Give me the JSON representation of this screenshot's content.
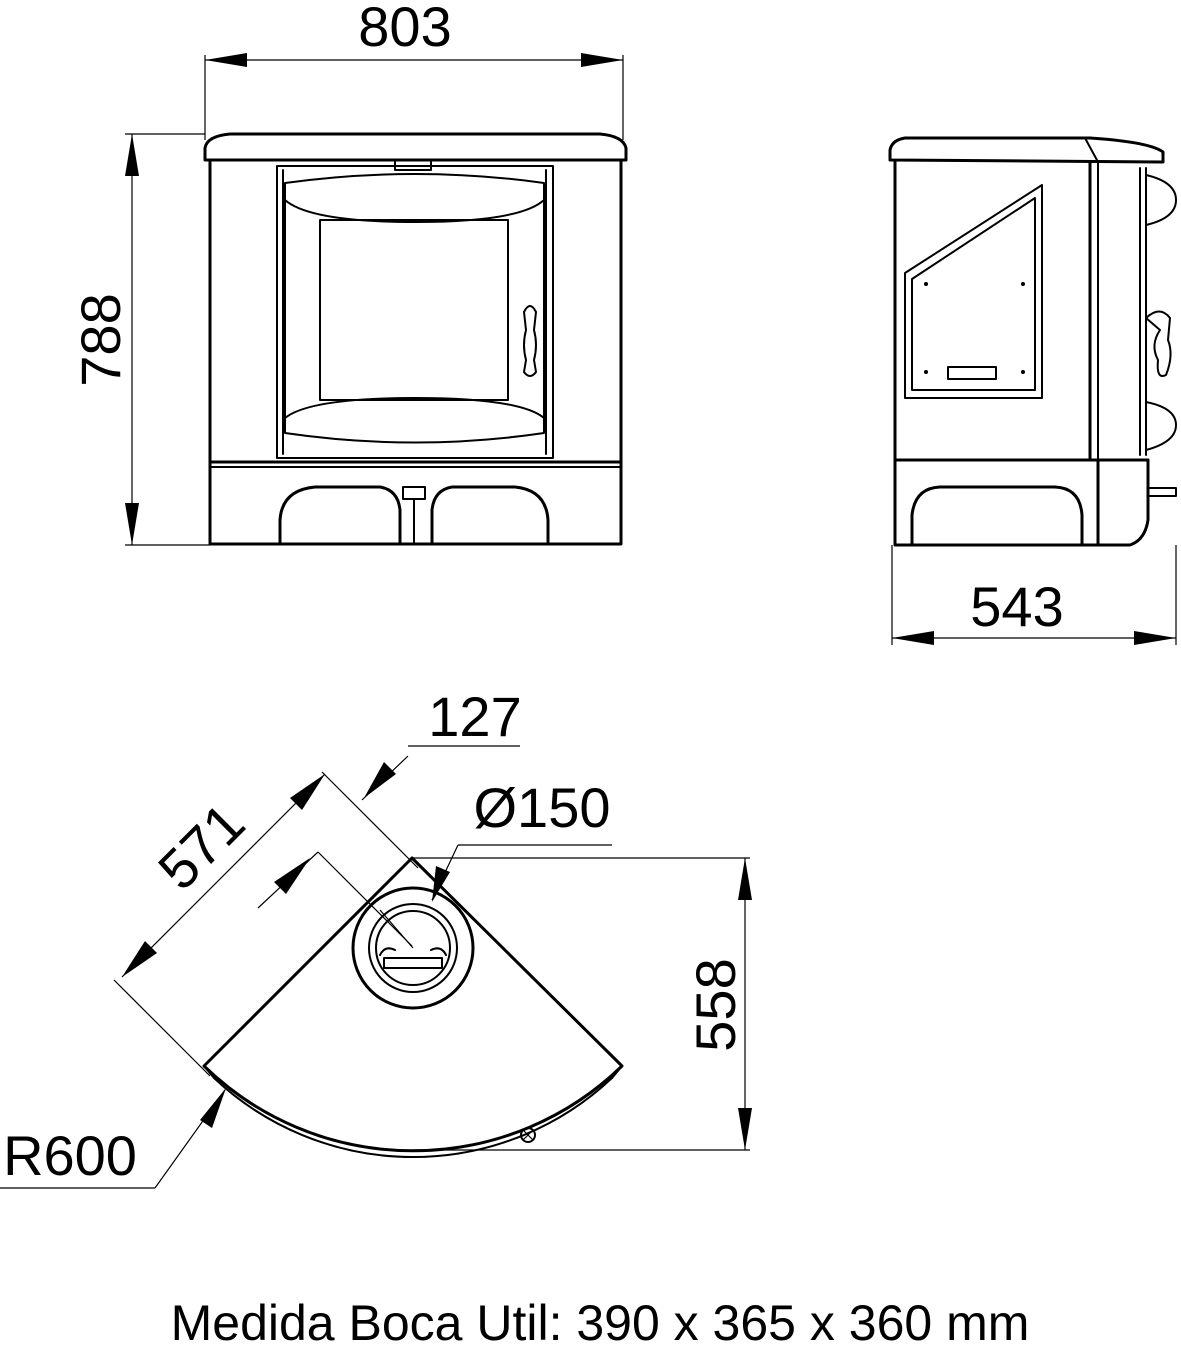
{
  "dimensions": {
    "front_width": "803",
    "front_height": "788",
    "side_depth": "543",
    "flue_offset": "127",
    "flue_diameter": "Ø150",
    "top_side": "571",
    "top_depth": "558",
    "front_radius": "R600"
  },
  "caption": "Medida Boca Util: 390 x 365 x 360 mm"
}
